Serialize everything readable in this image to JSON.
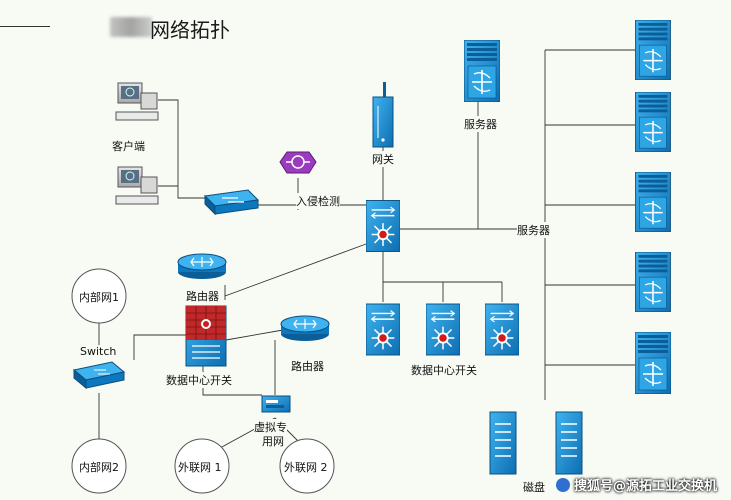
{
  "title": "网络拓扑",
  "labels": {
    "client": "客户端",
    "ids": "入侵检测",
    "gateway": "网关",
    "server_top": "服务器",
    "server_right": "服务器",
    "router1": "路由器",
    "router2": "路由器",
    "intranet1": "内部网1",
    "intranet2": "内部网2",
    "switch": "Switch",
    "dc_switch_left": "数据中心开关",
    "dc_switch_group": "数据中心开关",
    "vpn_line1": "虚拟专",
    "vpn_line2": "用网",
    "extranet1": "外联网 1",
    "extranet2": "外联网 2",
    "disk": "磁盘"
  },
  "watermark": "搜狐号@源拓工业交换机",
  "colors": {
    "device_blue": "#1a8fd4",
    "device_dark": "#0b5e98",
    "router_red": "#d21a1a",
    "ids_purple": "#9b3bbf",
    "line": "#333333"
  }
}
